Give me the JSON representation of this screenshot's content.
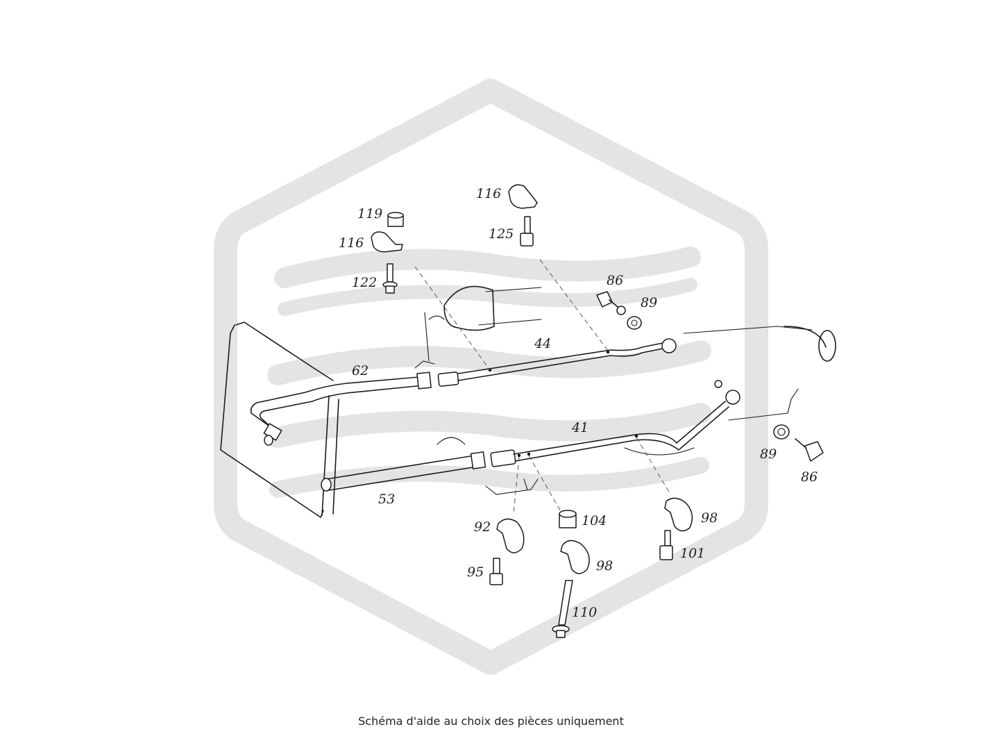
{
  "caption": "Schéma d'aide au choix des pièces uniquement",
  "watermark": {
    "color": "#e4e4e4",
    "icon": "hexagon-wave-logo"
  },
  "labels": {
    "p116a": "116",
    "p116b": "116",
    "p119": "119",
    "p122": "122",
    "p125": "125",
    "p86a": "86",
    "p89a": "89",
    "p44": "44",
    "p62": "62",
    "p41": "41",
    "p53": "53",
    "p89b": "89",
    "p86b": "86",
    "p92": "92",
    "p104": "104",
    "p98a": "98",
    "p98b": "98",
    "p95": "95",
    "p101": "101",
    "p110": "110"
  }
}
